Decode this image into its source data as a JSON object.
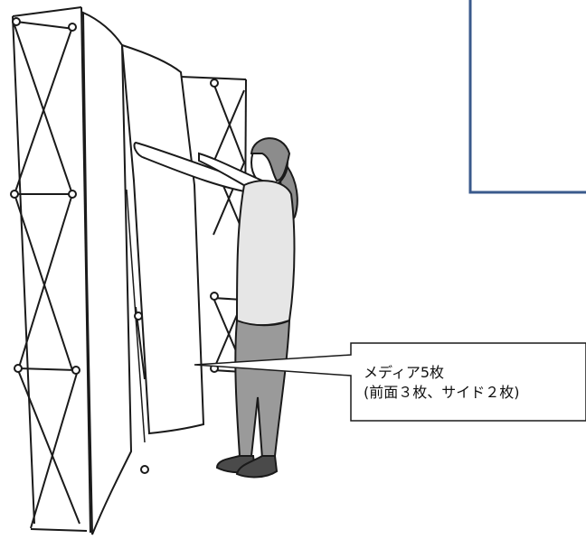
{
  "callout": {
    "line1": "メディア5枚",
    "line2": "(前面３枚、サイド２枚)"
  },
  "colors": {
    "frame_stroke": "#1a1a1a",
    "panel_fill": "#ffffff",
    "skin": "#ffffff",
    "shirt": "#e6e6e6",
    "pants": "#9a9a9a",
    "hair": "#8c8c8c",
    "shoes": "#4a4a4a",
    "blue_box": "#3a5a8c"
  },
  "icons": [
    "popup-frame",
    "person",
    "media-panel"
  ]
}
